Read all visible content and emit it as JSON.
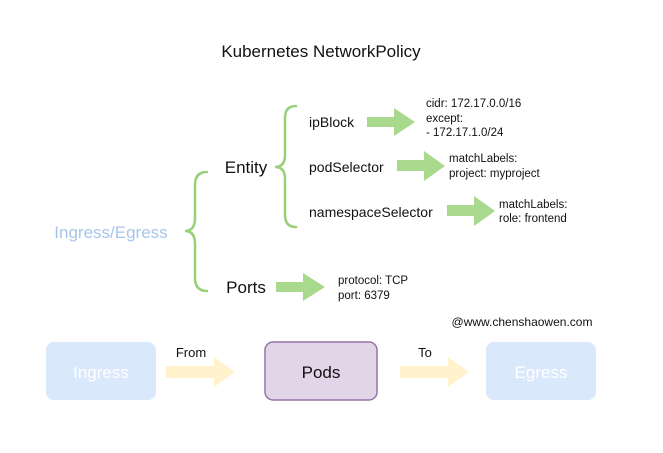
{
  "title": "Kubernetes NetworkPolicy",
  "root_label": "Ingress/Egress",
  "entity": {
    "label": "Entity",
    "items": [
      {
        "label": "ipBlock",
        "details": [
          "cidr: 172.17.0.0/16",
          "except:",
          "- 172.17.1.0/24"
        ]
      },
      {
        "label": "podSelector",
        "details": [
          "matchLabels:",
          "project: myproject"
        ]
      },
      {
        "label": "namespaceSelector",
        "details": [
          "matchLabels:",
          "role: frontend"
        ]
      }
    ]
  },
  "ports": {
    "label": "Ports",
    "details": [
      "protocol: TCP",
      "port: 6379"
    ]
  },
  "watermark": "@www.chenshaowen.com",
  "flow": {
    "ingress": "Ingress",
    "from": "From",
    "pods": "Pods",
    "to": "To",
    "egress": "Egress"
  },
  "colors": {
    "brace": "#97D077",
    "green_arrow": "#A9D98D",
    "yellow_arrow": "#FFF2CC",
    "blue_box": "#DAE8FC",
    "pods_fill": "#E1D5E7",
    "pods_stroke": "#9673A6",
    "faded_text": "#A9C4EB"
  }
}
